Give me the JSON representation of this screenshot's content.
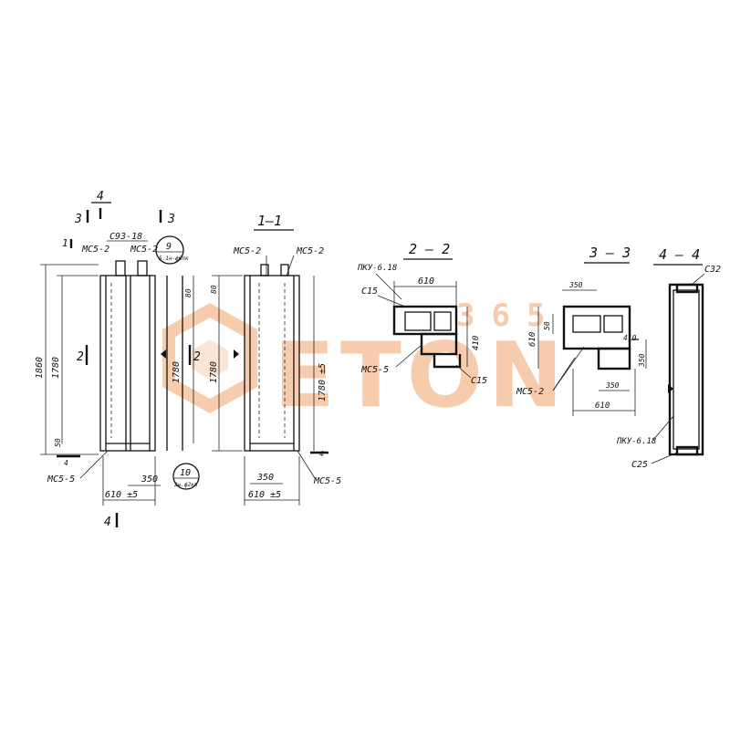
{
  "watermark": {
    "digits": "365",
    "word": "ETON",
    "color": "#f2a46a"
  },
  "colors": {
    "ink": "#111111",
    "paper": "#ffffff"
  },
  "view_front": {
    "cut_4_top": "4",
    "cut_3_left": "3",
    "cut_3_right": "3",
    "cut_1": "1",
    "cut_4_bottom": "4",
    "label_mc5_2a": "МС5-2",
    "label_c93_18": "С93-18",
    "label_mc5_2b": "МС5-2",
    "callout_9": "9",
    "callout_9_sub": "5.1н-ф6лк",
    "dim_1860": "1860",
    "dim_1780_left": "1780",
    "dim_1780_right": "1780",
    "cut_2_left": "2",
    "cut_2_right": "2",
    "dim_80": "80",
    "dim_50": "50",
    "dim_4": "4",
    "label_mc5_5": "МС5-5",
    "dim_350": "350",
    "dim_610": "610 ±5",
    "callout_10": "10",
    "callout_10_sub": "2ы.ф2кл"
  },
  "view_1_1": {
    "title": "1—1",
    "label_mc5_2a": "МС5-2",
    "label_mc5_2b": "МС5-2",
    "dim_80": "80",
    "dim_1780_left": "1780",
    "dim_1780_right": "1780 ±5",
    "dim_4": "4",
    "dim_350": "350",
    "dim_610": "610 ±5",
    "label_mc5_5": "МС5-5"
  },
  "view_2_2": {
    "title": "2 — 2",
    "label_pku": "ПКУ-6.18",
    "label_c15a": "С15",
    "dim_610": "610",
    "dim_410": "410",
    "label_mc5_5": "МС5-5",
    "label_c15b": "С15"
  },
  "view_3_3": {
    "title": "3 — 3",
    "dim_350_top": "350",
    "dim_50": "50",
    "dim_610_left": "610",
    "dim_410": "410",
    "dim_350_right": "350",
    "label_mc5_2": "МС5-2",
    "dim_350_bottom": "350",
    "dim_610_bottom": "610"
  },
  "view_4_4": {
    "title": "4 — 4",
    "label_c32": "С32",
    "label_pku": "ПКУ-6.18",
    "label_c25": "С25"
  }
}
